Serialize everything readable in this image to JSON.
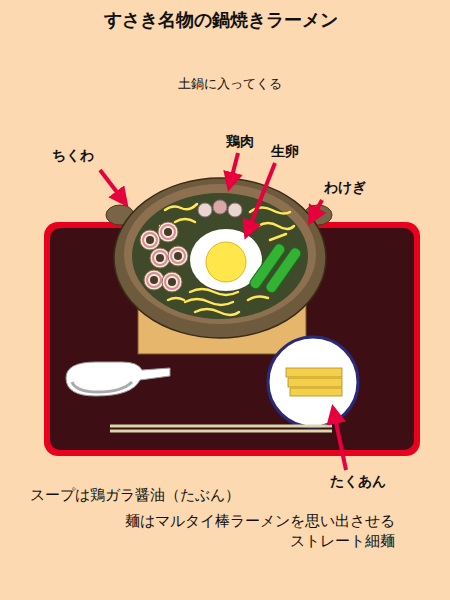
{
  "diagram": {
    "title": "すさき名物の鍋焼きラーメン",
    "labels": [
      "土鍋に入ってくる",
      "ちくわ",
      "鶏肉",
      "生卵",
      "わけぎ",
      "たくあん",
      "スープは鶏ガラ醤油（たぶん）",
      "麺はマルタイ棒ラーメンを思い出させる ストレート細麺"
    ]
  }
}
